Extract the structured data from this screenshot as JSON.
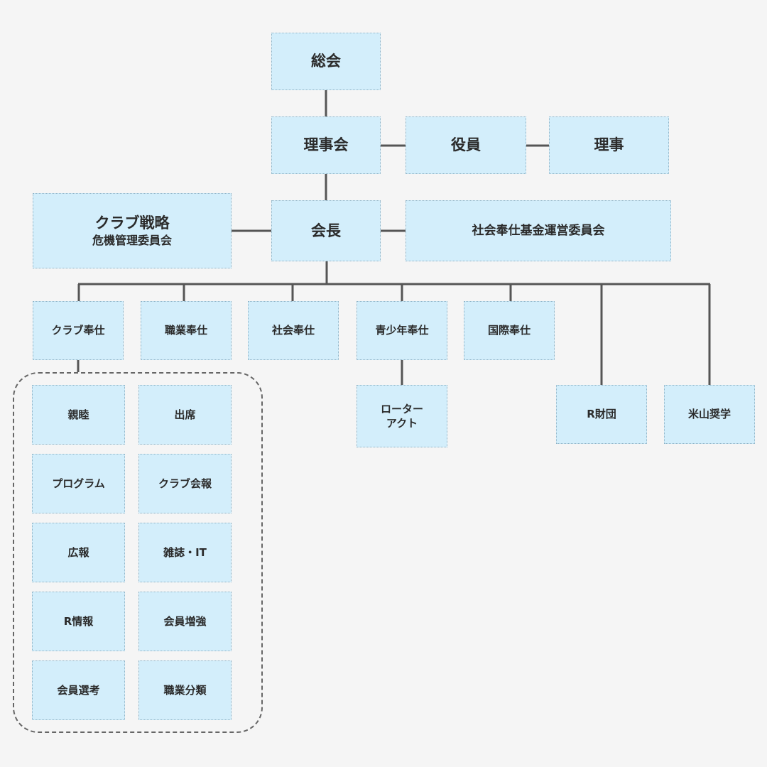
{
  "nodes": {
    "general_assembly": "総会",
    "board": "理事会",
    "officers": "役員",
    "directors": "理事",
    "president": "会長",
    "strategy_line1": "クラブ戦略",
    "strategy_line2": "危機管理委員会",
    "fund": "社会奉仕基金運営委員会",
    "club_service": "クラブ奉仕",
    "vocational_service": "職業奉仕",
    "community_service": "社会奉仕",
    "youth_service": "青少年奉仕",
    "international_service": "国際奉仕",
    "rotaract_line1": "ローター",
    "rotaract_line2": "アクト",
    "r_foundation": "R財団",
    "yoneyama": "米山奨学"
  },
  "club_service_committees": [
    "親睦",
    "出席",
    "プログラム",
    "クラブ会報",
    "広報",
    "雑誌・IT",
    "R情報",
    "会員増強",
    "会員選考",
    "職業分類"
  ],
  "colors": {
    "box_fill": "#d3eefb",
    "box_border": "#8fb3c6",
    "connector": "#555555",
    "background": "#f5f5f5",
    "text": "#2b2b2b"
  }
}
